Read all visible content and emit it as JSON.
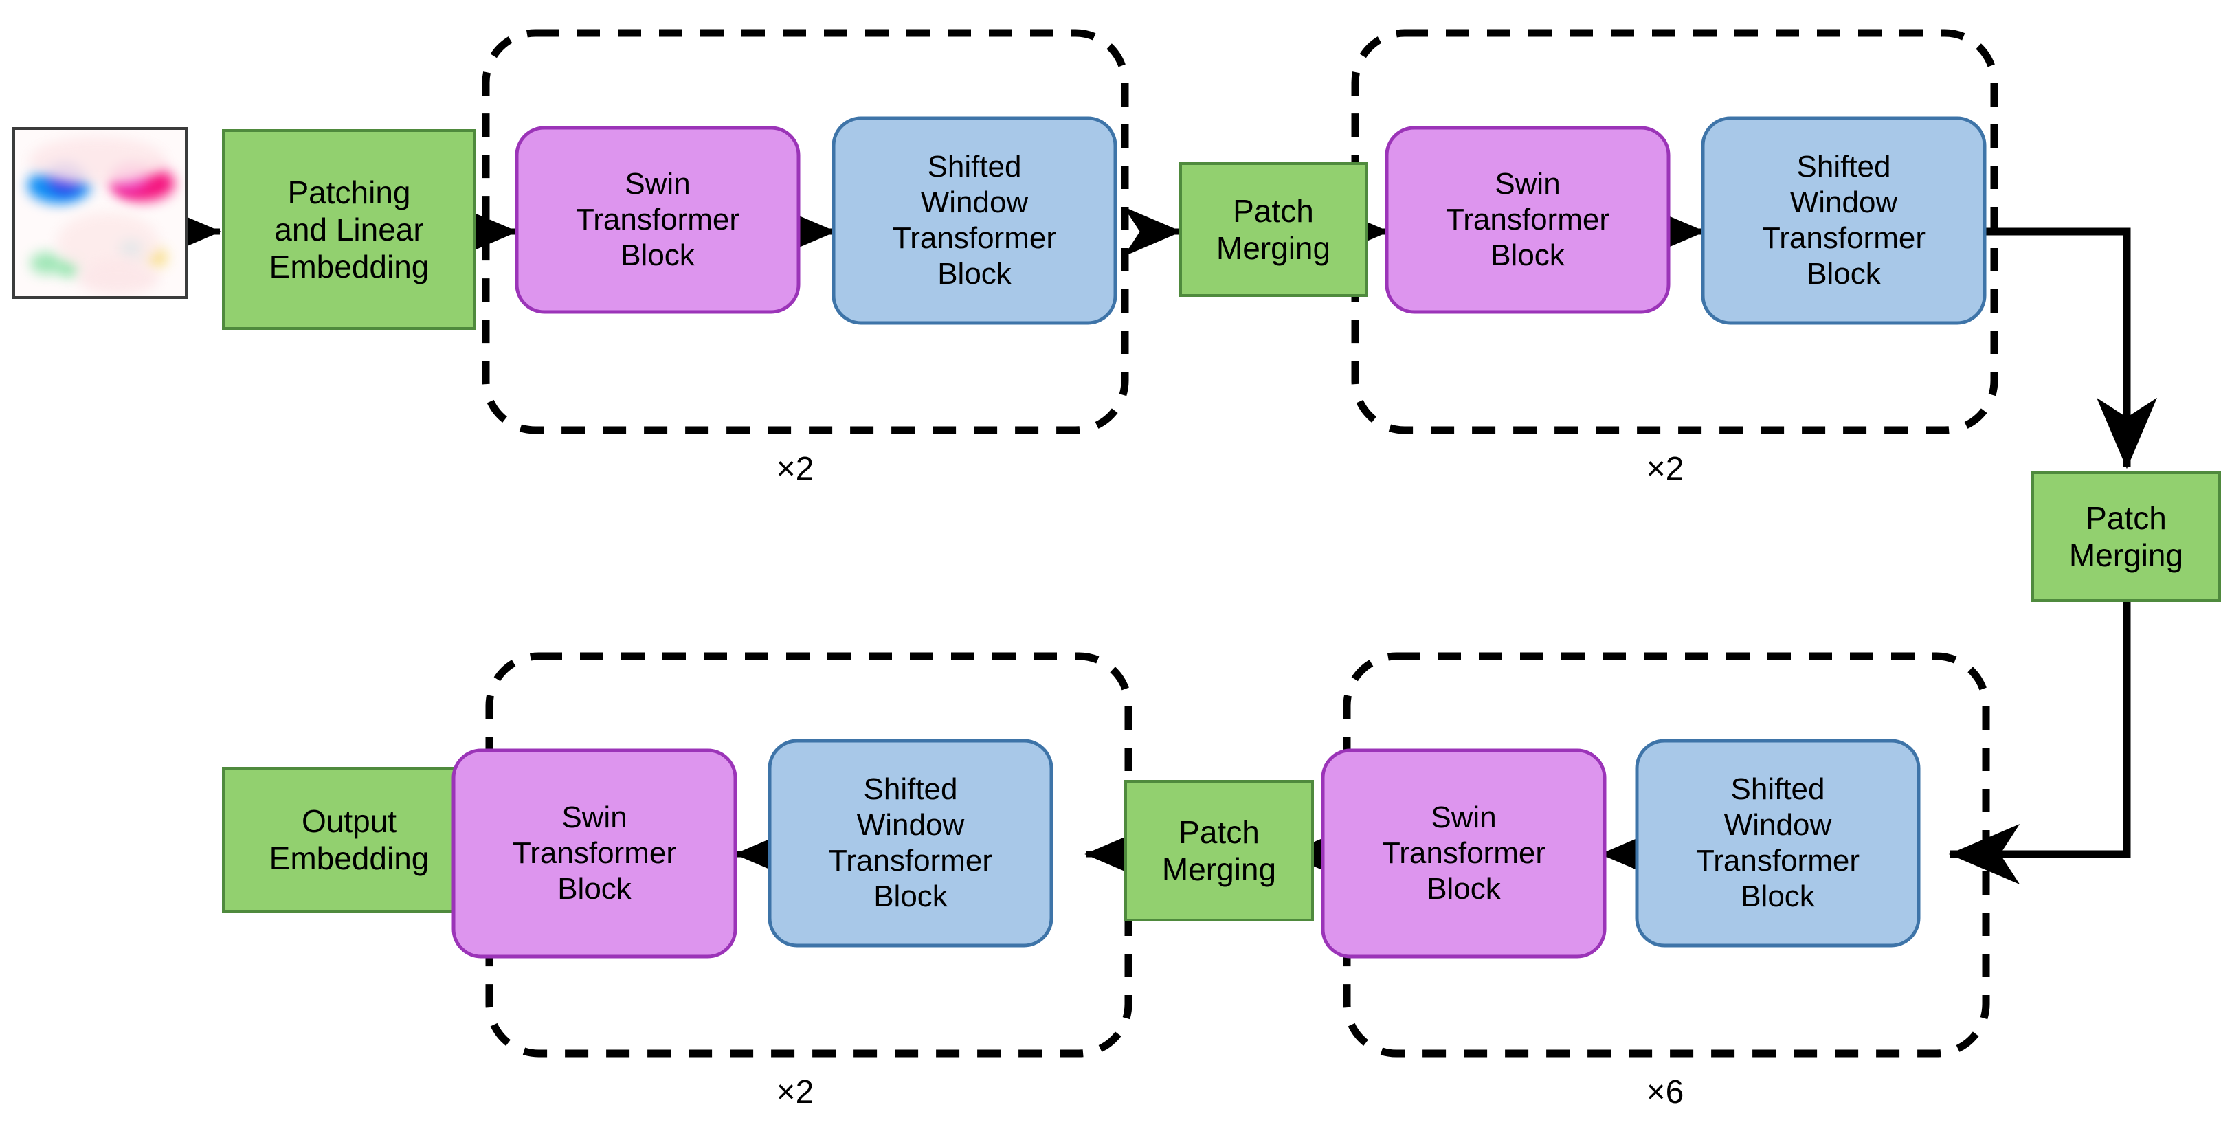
{
  "diagram": {
    "title": "Swin Transformer architecture pipeline",
    "background_color": "#ffffff",
    "colors": {
      "green_fill": "#92D06F",
      "green_border": "#4F8A3D",
      "purple_fill": "#DD95EE",
      "purple_border": "#9B34B8",
      "blue_fill": "#A8C8E8",
      "blue_border": "#3E74A8",
      "line": "#000000",
      "dashed_group": "#000000",
      "thumbnail_border": "#3b3b3b"
    }
  },
  "input_thumbnail": {
    "name": "input-heatmap-image",
    "description": "Blurred heatmap-style input image with a blue blob on the upper left and a magenta blob on the upper right over a pale pink background",
    "blob_colors": [
      "#0d8ef0",
      "#2a2af0",
      "#f5157f",
      "#ec2bb0",
      "#66d98c",
      "#36d3e0",
      "#f5d76b"
    ]
  },
  "nodes": {
    "patching_and_linear_embedding": {
      "label": "Patching\nand Linear\nEmbedding",
      "type": "green-rect"
    },
    "patch_merging_1": {
      "label": "Patch\nMerging",
      "type": "green-rect"
    },
    "patch_merging_2": {
      "label": "Patch\nMerging",
      "type": "green-rect"
    },
    "patch_merging_3": {
      "label": "Patch\nMerging",
      "type": "green-rect"
    },
    "output_embedding": {
      "label": "Output\nEmbedding",
      "type": "green-rect"
    },
    "swin_block_1": {
      "label": "Swin\nTransformer\nBlock",
      "type": "purple-round"
    },
    "swin_block_2": {
      "label": "Swin\nTransformer\nBlock",
      "type": "purple-round"
    },
    "swin_block_3": {
      "label": "Swin\nTransformer\nBlock",
      "type": "purple-round"
    },
    "swin_block_4": {
      "label": "Swin\nTransformer\nBlock",
      "type": "purple-round"
    },
    "shifted_block_1": {
      "label": "Shifted\nWindow\nTransformer\nBlock",
      "type": "blue-round"
    },
    "shifted_block_2": {
      "label": "Shifted\nWindow\nTransformer\nBlock",
      "type": "blue-round"
    },
    "shifted_block_3": {
      "label": "Shifted\nWindow\nTransformer\nBlock",
      "type": "blue-round"
    },
    "shifted_block_4": {
      "label": "Shifted\nWindow\nTransformer\nBlock",
      "type": "blue-round"
    }
  },
  "stage_groups": [
    {
      "name": "stage-1",
      "repeat_label": "×2"
    },
    {
      "name": "stage-2",
      "repeat_label": "×2"
    },
    {
      "name": "stage-3",
      "repeat_label": "×6"
    },
    {
      "name": "stage-4",
      "repeat_label": "×2"
    }
  ]
}
